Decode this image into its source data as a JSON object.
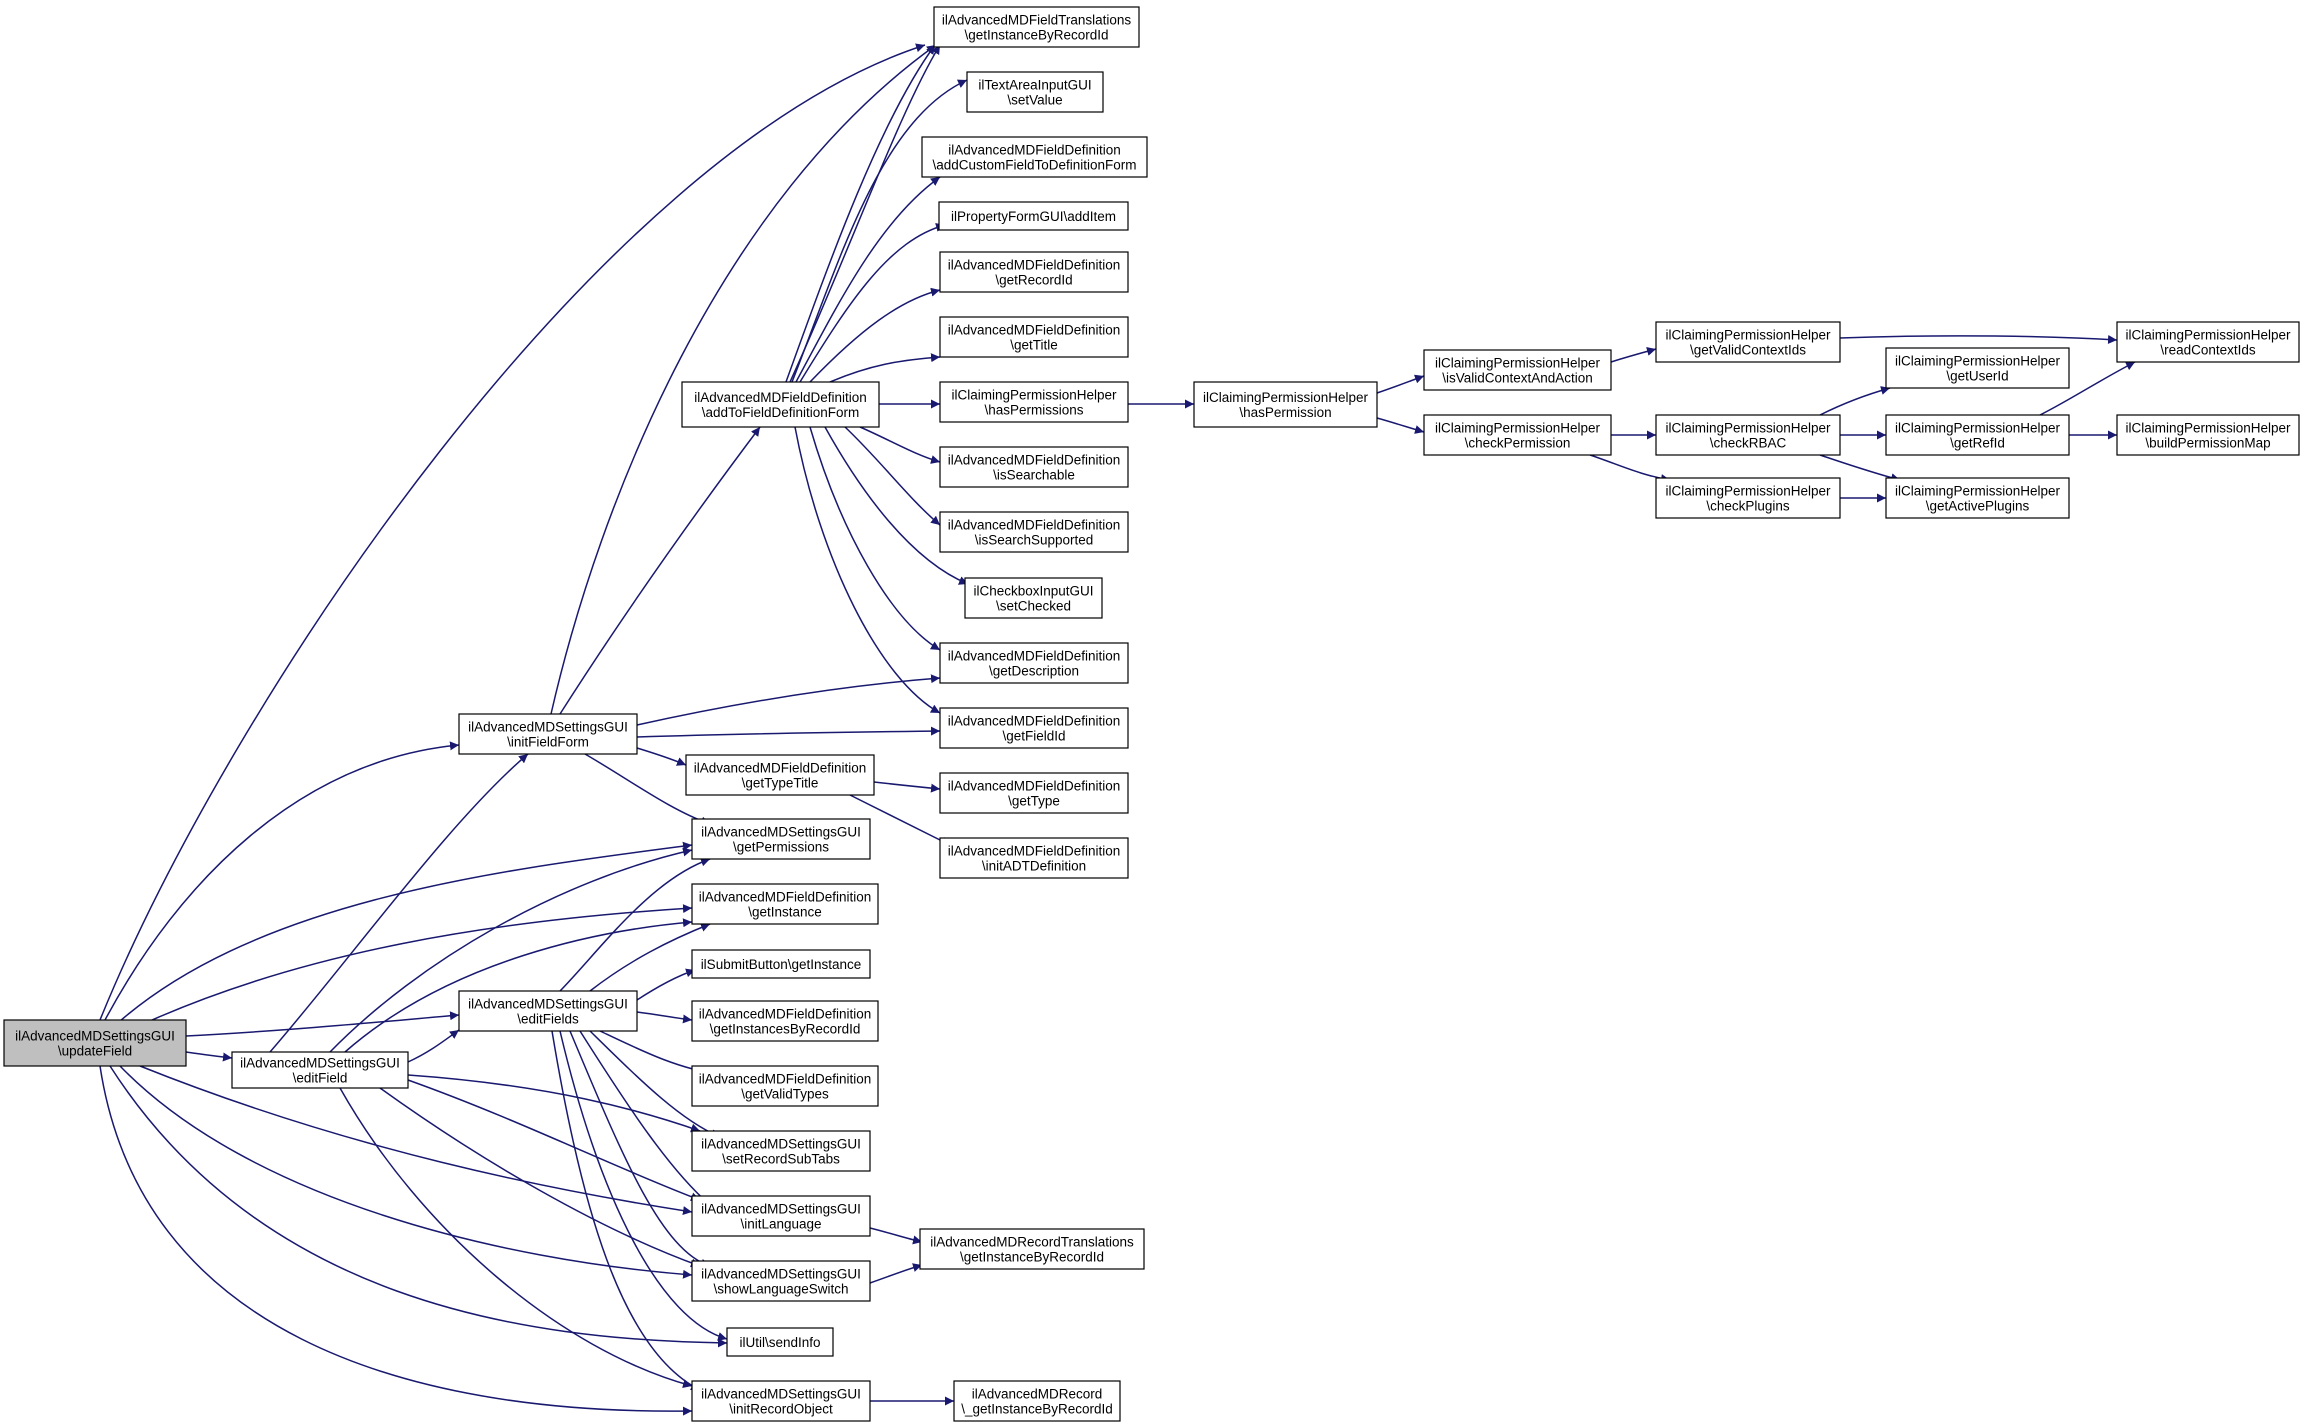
{
  "colors": {
    "edge": "#191970",
    "node_border": "#000000",
    "node_fill": "#ffffff",
    "root_fill": "#bfbfbf",
    "background": "#ffffff"
  },
  "nodes": [
    {
      "id": "updateField",
      "lines": [
        "ilAdvancedMDSettingsGUI",
        "\\updateField"
      ],
      "root": true
    },
    {
      "id": "editField",
      "lines": [
        "ilAdvancedMDSettingsGUI",
        "\\editField"
      ]
    },
    {
      "id": "initFieldForm",
      "lines": [
        "ilAdvancedMDSettingsGUI",
        "\\initFieldForm"
      ]
    },
    {
      "id": "editFields",
      "lines": [
        "ilAdvancedMDSettingsGUI",
        "\\editFields"
      ]
    },
    {
      "id": "fieldTranslations",
      "lines": [
        "ilAdvancedMDFieldTranslations",
        "\\getInstanceByRecordId"
      ]
    },
    {
      "id": "textAreaSetValue",
      "lines": [
        "ilTextAreaInputGUI",
        "\\setValue"
      ]
    },
    {
      "id": "addCustomField",
      "lines": [
        "ilAdvancedMDFieldDefinition",
        "\\addCustomFieldToDefinitionForm"
      ]
    },
    {
      "id": "propertyAddItem",
      "lines": [
        "ilPropertyFormGUI\\addItem"
      ]
    },
    {
      "id": "getRecordId",
      "lines": [
        "ilAdvancedMDFieldDefinition",
        "\\getRecordId"
      ]
    },
    {
      "id": "getTitle",
      "lines": [
        "ilAdvancedMDFieldDefinition",
        "\\getTitle"
      ]
    },
    {
      "id": "addToFieldDefinitionForm",
      "lines": [
        "ilAdvancedMDFieldDefinition",
        "\\addToFieldDefinitionForm"
      ]
    },
    {
      "id": "hasPermissions",
      "lines": [
        "ilClaimingPermissionHelper",
        "\\hasPermissions"
      ]
    },
    {
      "id": "hasPermission",
      "lines": [
        "ilClaimingPermissionHelper",
        "\\hasPermission"
      ]
    },
    {
      "id": "isValidContextAndAction",
      "lines": [
        "ilClaimingPermissionHelper",
        "\\isValidContextAndAction"
      ]
    },
    {
      "id": "checkPermission",
      "lines": [
        "ilClaimingPermissionHelper",
        "\\checkPermission"
      ]
    },
    {
      "id": "getValidContextIds",
      "lines": [
        "ilClaimingPermissionHelper",
        "\\getValidContextIds"
      ]
    },
    {
      "id": "readContextIds",
      "lines": [
        "ilClaimingPermissionHelper",
        "\\readContextIds"
      ]
    },
    {
      "id": "getUserId",
      "lines": [
        "ilClaimingPermissionHelper",
        "\\getUserId"
      ]
    },
    {
      "id": "checkRBAC",
      "lines": [
        "ilClaimingPermissionHelper",
        "\\checkRBAC"
      ]
    },
    {
      "id": "getRefId",
      "lines": [
        "ilClaimingPermissionHelper",
        "\\getRefId"
      ]
    },
    {
      "id": "buildPermissionMap",
      "lines": [
        "ilClaimingPermissionHelper",
        "\\buildPermissionMap"
      ]
    },
    {
      "id": "checkPlugins",
      "lines": [
        "ilClaimingPermissionHelper",
        "\\checkPlugins"
      ]
    },
    {
      "id": "getActivePlugins",
      "lines": [
        "ilClaimingPermissionHelper",
        "\\getActivePlugins"
      ]
    },
    {
      "id": "isSearchable",
      "lines": [
        "ilAdvancedMDFieldDefinition",
        "\\isSearchable"
      ]
    },
    {
      "id": "isSearchSupported",
      "lines": [
        "ilAdvancedMDFieldDefinition",
        "\\isSearchSupported"
      ]
    },
    {
      "id": "checkboxSetChecked",
      "lines": [
        "ilCheckboxInputGUI",
        "\\setChecked"
      ]
    },
    {
      "id": "getDescription",
      "lines": [
        "ilAdvancedMDFieldDefinition",
        "\\getDescription"
      ]
    },
    {
      "id": "getFieldId",
      "lines": [
        "ilAdvancedMDFieldDefinition",
        "\\getFieldId"
      ]
    },
    {
      "id": "getTypeTitle",
      "lines": [
        "ilAdvancedMDFieldDefinition",
        "\\getTypeTitle"
      ]
    },
    {
      "id": "getType",
      "lines": [
        "ilAdvancedMDFieldDefinition",
        "\\getType"
      ]
    },
    {
      "id": "initADTDefinition",
      "lines": [
        "ilAdvancedMDFieldDefinition",
        "\\initADTDefinition"
      ]
    },
    {
      "id": "getPermissions",
      "lines": [
        "ilAdvancedMDSettingsGUI",
        "\\getPermissions"
      ]
    },
    {
      "id": "fdGetInstance",
      "lines": [
        "ilAdvancedMDFieldDefinition",
        "\\getInstance"
      ]
    },
    {
      "id": "submitGetInstance",
      "lines": [
        "ilSubmitButton\\getInstance"
      ]
    },
    {
      "id": "getInstancesByRecordId",
      "lines": [
        "ilAdvancedMDFieldDefinition",
        "\\getInstancesByRecordId"
      ]
    },
    {
      "id": "getValidTypes",
      "lines": [
        "ilAdvancedMDFieldDefinition",
        "\\getValidTypes"
      ]
    },
    {
      "id": "setRecordSubTabs",
      "lines": [
        "ilAdvancedMDSettingsGUI",
        "\\setRecordSubTabs"
      ]
    },
    {
      "id": "initLanguage",
      "lines": [
        "ilAdvancedMDSettingsGUI",
        "\\initLanguage"
      ]
    },
    {
      "id": "recordTranslations",
      "lines": [
        "ilAdvancedMDRecordTranslations",
        "\\getInstanceByRecordId"
      ]
    },
    {
      "id": "showLanguageSwitch",
      "lines": [
        "ilAdvancedMDSettingsGUI",
        "\\showLanguageSwitch"
      ]
    },
    {
      "id": "sendInfo",
      "lines": [
        "ilUtil\\sendInfo"
      ]
    },
    {
      "id": "initRecordObject",
      "lines": [
        "ilAdvancedMDSettingsGUI",
        "\\initRecordObject"
      ]
    },
    {
      "id": "recordGetInstance",
      "lines": [
        "ilAdvancedMDRecord",
        "\\_getInstanceByRecordId"
      ]
    }
  ]
}
